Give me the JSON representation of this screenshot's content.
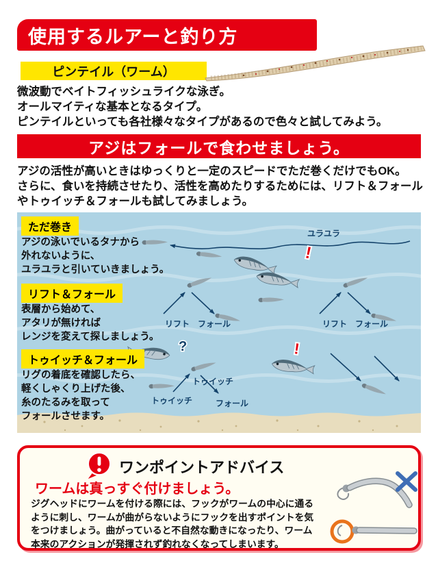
{
  "colors": {
    "accent_red": "#e50012",
    "highlight_yellow": "#ffe600",
    "water_blue": "#aed3e4",
    "sand_beige": "#e8ddbe",
    "annotation_navy": "#14436b",
    "bad_mark_blue": "#3f6eb5",
    "good_mark_orange": "#e9731c"
  },
  "header": {
    "title": "使用するルアーと釣り方"
  },
  "pintail": {
    "label": "ピンテイル（ワーム）",
    "image": "pintail-worm-lure-photo",
    "lines": [
      "微波動でベイトフィッシュライクな泳ぎ。",
      "オールマイティな基本となるタイプ。",
      "ピンテイルといっても各社様々なタイプがあるので色々と試してみよう。"
    ]
  },
  "fall": {
    "banner": "アジはフォールで食わせましょう。",
    "lines": [
      "アジの活性が高いときはゆっくりと一定のスピードでただ巻くだけでもOK。",
      "さらに、食いを持続させたり、活性を高めたりするためには、リフト＆フォール",
      "やトゥイッチ＆フォールも試してみましょう。"
    ]
  },
  "tech": {
    "tadamaki": {
      "label": "ただ巻き",
      "lines": [
        "アジの泳いでいるタナから",
        "外れないように、",
        "ユラユラと引いていきましょう。"
      ],
      "annotation": "ユラユラ"
    },
    "lift_fall": {
      "label": "リフト＆フォール",
      "lines": [
        "表層から始めて、",
        "アタリが無ければ",
        "レンジを変えて探しましょう。"
      ],
      "annotations": {
        "lift1": "リフト",
        "fall1": "フォール",
        "lift2": "リフト",
        "fall2": "フォール"
      }
    },
    "twitch_fall": {
      "label": "トゥイッチ＆フォール",
      "lines": [
        "リグの着底を確認したら、",
        "軽くしゃくり上げた後、",
        "糸のたるみを取って",
        "フォールさせます。"
      ],
      "annotations": {
        "twitch1": "トゥイッチ",
        "twitch2": "トゥイッチ",
        "fall": "フォール"
      }
    }
  },
  "scene": {
    "marks": {
      "alert1": "!",
      "question": "?",
      "alert2": "!"
    },
    "icons": [
      "aji-fish",
      "worm-rig",
      "motion-arrow",
      "sand-bottom"
    ]
  },
  "advice": {
    "icon": "exclamation-speech-bubble",
    "title": "ワンポイントアドバイス",
    "heading": "ワームは真っすぐ付けましょう。",
    "lines": [
      "ジグヘッドにワームを付ける際には、フックがワームの中心に通る",
      "ように刺し、ワームが曲がらないようにフックを出すポイントを気",
      "をつけましょう。曲がっていると不自然な動きになったり、ワーム",
      "本来のアクションが発揮されず釣れなくなってしまいます。"
    ],
    "bad_mark": "✕",
    "good_mark": "◯"
  }
}
